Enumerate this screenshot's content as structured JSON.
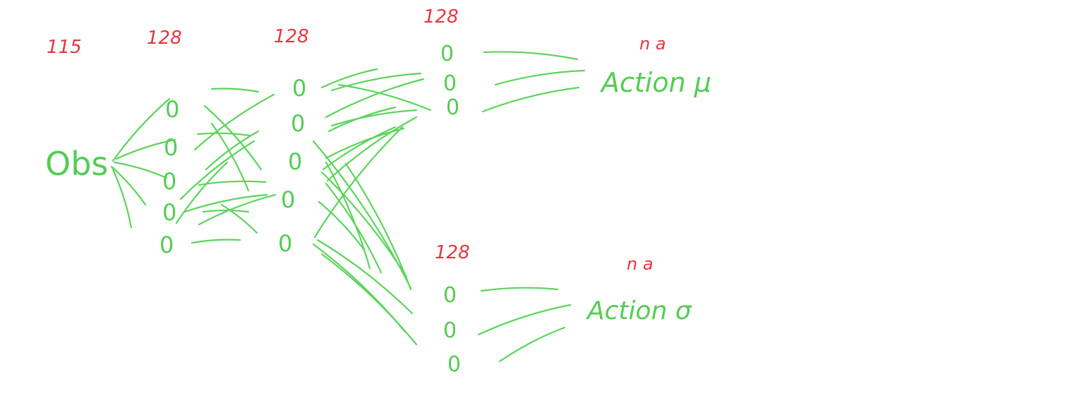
{
  "diagram": {
    "input": {
      "label": "Obs",
      "size_label": "115"
    },
    "hidden_layers": [
      {
        "size_label": "128",
        "node_symbol": "0",
        "node_count": 5
      },
      {
        "size_label": "128",
        "node_symbol": "0",
        "node_count": 5
      }
    ],
    "heads": [
      {
        "hidden_size_label": "128",
        "node_symbol": "0",
        "node_count": 3,
        "output_label": "Action μ",
        "output_size_label": "n a"
      },
      {
        "hidden_size_label": "128",
        "node_symbol": "0",
        "node_count": 3,
        "output_label": "Action σ",
        "output_size_label": "n a"
      }
    ],
    "colors": {
      "network_ink": "#5cd45c",
      "size_ink": "#e8343f",
      "background": "#ffffff"
    }
  }
}
